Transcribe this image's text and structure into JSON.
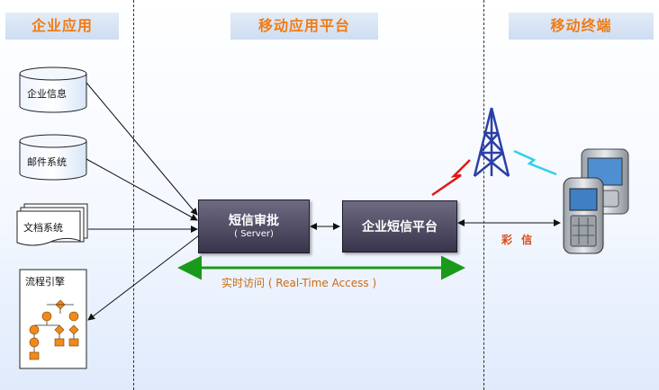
{
  "headers": {
    "enterprise": "企业应用",
    "platform": "移动应用平台",
    "terminal": "移动终端"
  },
  "enterprise_apps": {
    "info": "企业信息",
    "mail": "邮件系统",
    "docs": "文档系统",
    "workflow": "流程引擎"
  },
  "platform_boxes": {
    "approval_title": "短信审批",
    "approval_sub": "( Server)",
    "sms_platform": "企业短信平台"
  },
  "labels": {
    "realtime": "实时访问 ( Real-Time Access )",
    "sms": "彩 信"
  },
  "colors": {
    "header_text": "#f07c17",
    "box_dark": "#37344c",
    "green_arrow": "#1a9a1a",
    "tower_blue": "#2b3fa6"
  }
}
